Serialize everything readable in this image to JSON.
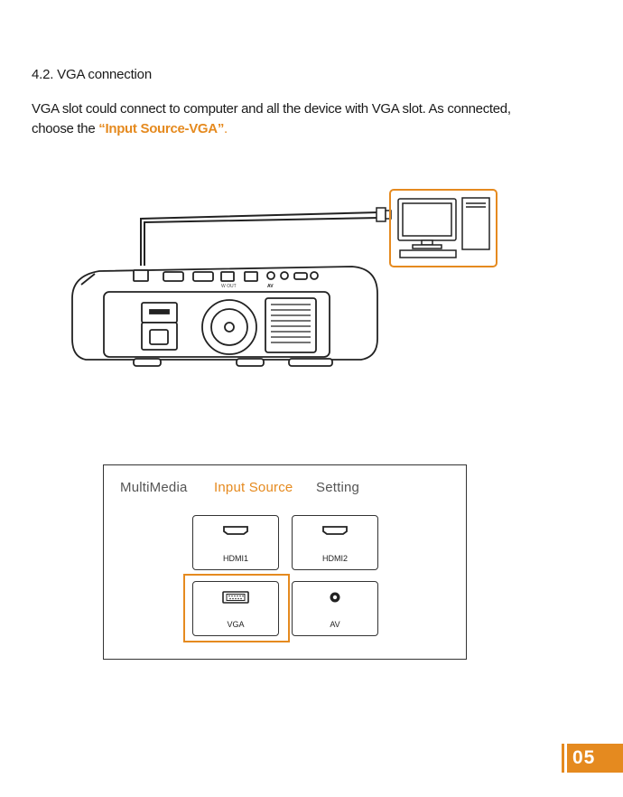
{
  "heading": "4.2. VGA connection",
  "paragraph": {
    "line1": "VGA slot could connect to computer and all the device with VGA  slot. As connected,",
    "line2_prefix": "choose the ",
    "highlight": "“Input Source-VGA”",
    "suffix": "."
  },
  "diagram": {
    "port_labels": [
      "W OUT",
      "AV"
    ]
  },
  "menu": {
    "tabs": [
      {
        "label": "MultiMedia",
        "active": false
      },
      {
        "label": "Input Source",
        "active": true
      },
      {
        "label": "Setting",
        "active": false
      }
    ],
    "tiles": [
      {
        "label": "HDMI1",
        "icon": "hdmi-icon"
      },
      {
        "label": "HDMI2",
        "icon": "hdmi-icon"
      },
      {
        "label": "VGA",
        "icon": "vga-icon",
        "selected": true
      },
      {
        "label": "AV",
        "icon": "av-icon"
      }
    ]
  },
  "page_number": "05",
  "colors": {
    "accent": "#e58a1f",
    "text": "#1a1a1a"
  }
}
